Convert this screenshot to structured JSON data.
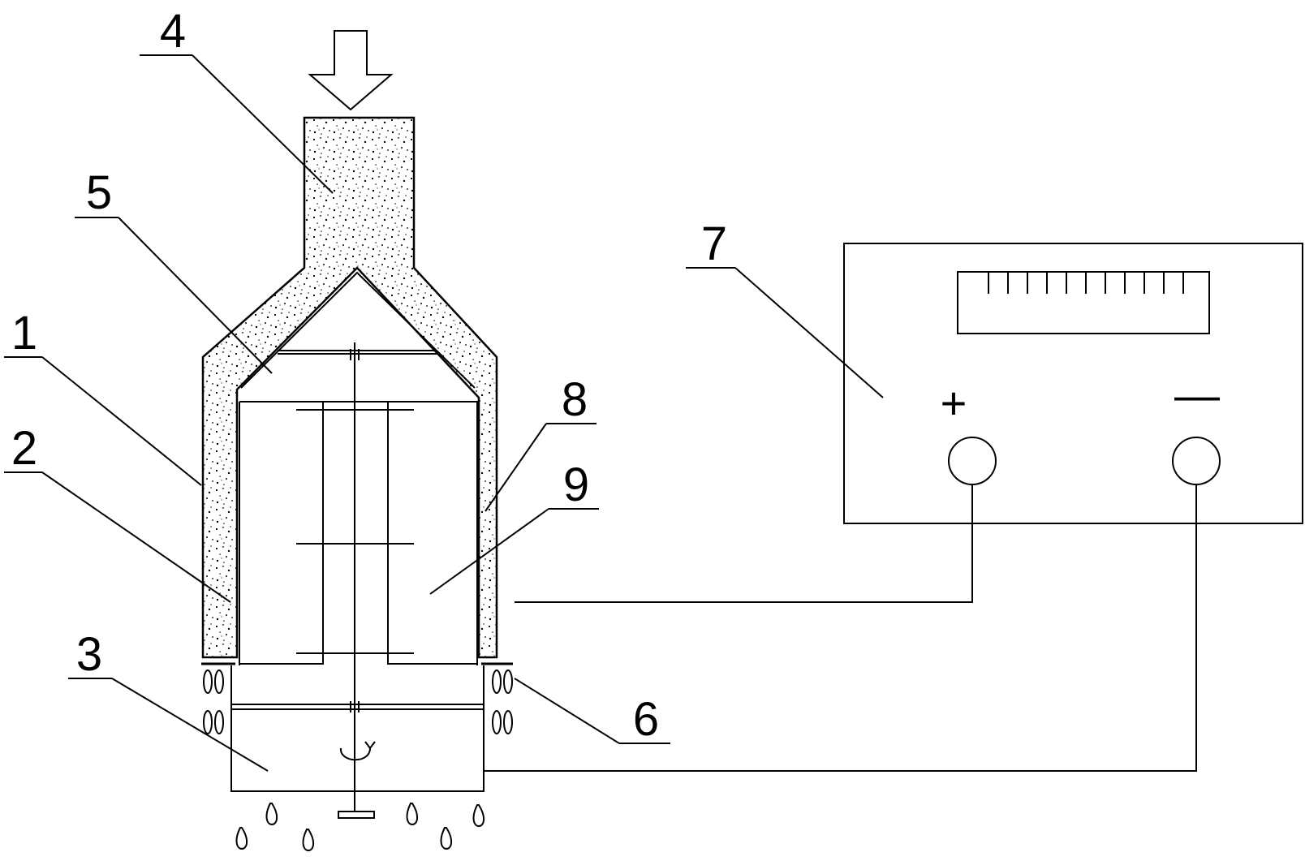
{
  "labels": {
    "n1": "1",
    "n2": "2",
    "n3": "3",
    "n4": "4",
    "n5": "5",
    "n6": "6",
    "n7": "7",
    "n8": "8",
    "n9": "9"
  },
  "power_supply": {
    "plus": "+",
    "minus": "—"
  },
  "colors": {
    "line": "#000000",
    "background": "#ffffff"
  }
}
